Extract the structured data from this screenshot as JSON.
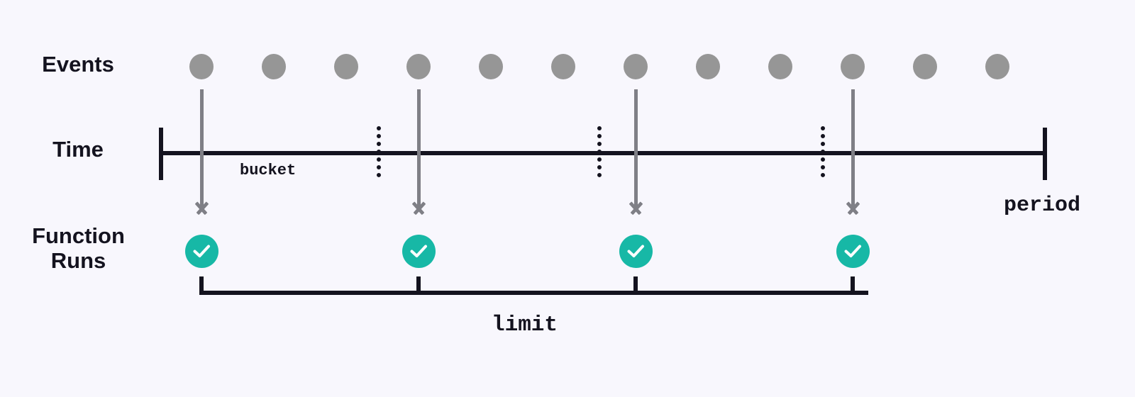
{
  "diagram": {
    "title": "throttle-rate-limit-timeline",
    "background_color": "#f8f7fd",
    "rows": {
      "events": {
        "label": "Events"
      },
      "time": {
        "label": "Time"
      },
      "function_runs": {
        "label": "Function\nRuns"
      }
    },
    "annotations": {
      "bucket": "bucket",
      "period": "period",
      "limit": "limit"
    },
    "colors": {
      "event_dot": "#969696",
      "arrow": "#7f7f86",
      "run_success": "#17b8a6",
      "axis": "#14131f",
      "text": "#14131f"
    }
  },
  "chart_data": {
    "type": "timeline",
    "title": "Events vs Function Runs over a throttle period",
    "series": [
      {
        "name": "Events",
        "marker": "circle",
        "color": "#969696",
        "x": [
          284,
          386,
          488,
          590,
          692,
          794,
          896,
          998,
          1100,
          1202,
          1304,
          1406
        ],
        "count": 12
      },
      {
        "name": "Function Runs",
        "marker": "check-circle",
        "color": "#17b8a6",
        "x": [
          284,
          590,
          896,
          1202
        ],
        "count": 4
      }
    ],
    "axis": {
      "name": "Time",
      "x_start": 224,
      "x_end": 1476,
      "end_label": "period",
      "bucket_dividers": [
        534,
        845,
        1160
      ],
      "bucket_label": "bucket",
      "bucket_count": 4
    },
    "brackets": [
      {
        "label": "limit",
        "x_start": 281,
        "x_end": 1224,
        "ticks": [
          284,
          590,
          896,
          1202
        ],
        "value": 4
      }
    ],
    "arrows": [
      {
        "from_event_x": 284,
        "to_run_x": 284
      },
      {
        "from_event_x": 590,
        "to_run_x": 590
      },
      {
        "from_event_x": 896,
        "to_run_x": 896
      },
      {
        "from_event_x": 1202,
        "to_run_x": 1202
      }
    ]
  }
}
